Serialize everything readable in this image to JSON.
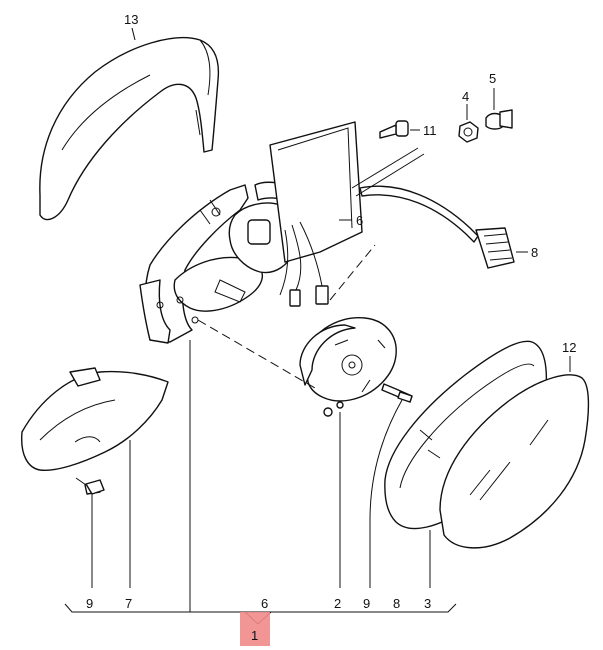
{
  "callouts": {
    "c13": "13",
    "c5": "5",
    "c4": "4",
    "c11": "11",
    "c6_cable": "6",
    "c8_plug": "8",
    "c12": "12"
  },
  "bottom_row": {
    "b9a": "9",
    "b7": "7",
    "b6": "6",
    "b2": "2",
    "b9b": "9",
    "b8": "8",
    "b3": "3"
  },
  "assembly_number": "1",
  "colors": {
    "line": "#111111",
    "assembly_highlight": "#f08a8a"
  }
}
